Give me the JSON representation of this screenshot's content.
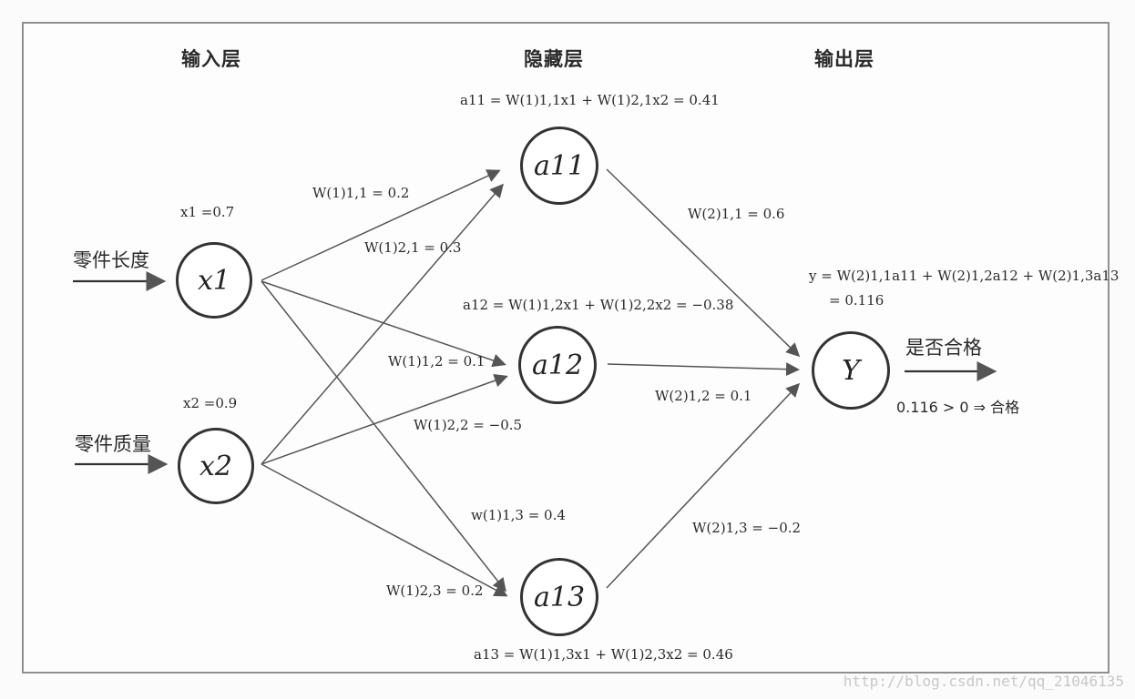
{
  "layer_titles": {
    "input": "输入层",
    "hidden": "隐藏层",
    "output": "输出层"
  },
  "inputs": [
    {
      "feature": "零件长度",
      "node": "x1",
      "value_label": "x1 =0.7"
    },
    {
      "feature": "零件质量",
      "node": "x2",
      "value_label": "x2 =0.9"
    }
  ],
  "hidden_nodes": [
    {
      "node": "a11",
      "formula": "a11 = W(1)1,1x1 + W(1)2,1x2 = 0.41"
    },
    {
      "node": "a12",
      "formula": "a12 = W(1)1,2x1 + W(1)2,2x2 = −0.38"
    },
    {
      "node": "a13",
      "formula": "a13 = W(1)1,3x1 + W(1)2,3x2 = 0.46"
    }
  ],
  "input_weights": [
    "W(1)1,1 = 0.2",
    "W(1)2,1 = 0.3",
    "W(1)1,2 = 0.1",
    "W(1)2,2 = −0.5",
    "w(1)1,3 = 0.4",
    "W(1)2,3 = 0.2"
  ],
  "output_weights": [
    "W(2)1,1 = 0.6",
    "W(2)1,2 = 0.1",
    "W(2)1,3 = −0.2"
  ],
  "output": {
    "node": "Y",
    "formula_line1": "y = W(2)1,1a11 + W(2)1,2a12 + W(2)1,3a13",
    "formula_line2": "= 0.116",
    "label": "是否合格",
    "result": "0.116 > 0 ⇒ 合格"
  },
  "watermark": "http://blog.csdn.net/qq_21046135",
  "colors": {
    "line": "#555555",
    "stroke": "#333333",
    "background": "#fbfbfb"
  }
}
